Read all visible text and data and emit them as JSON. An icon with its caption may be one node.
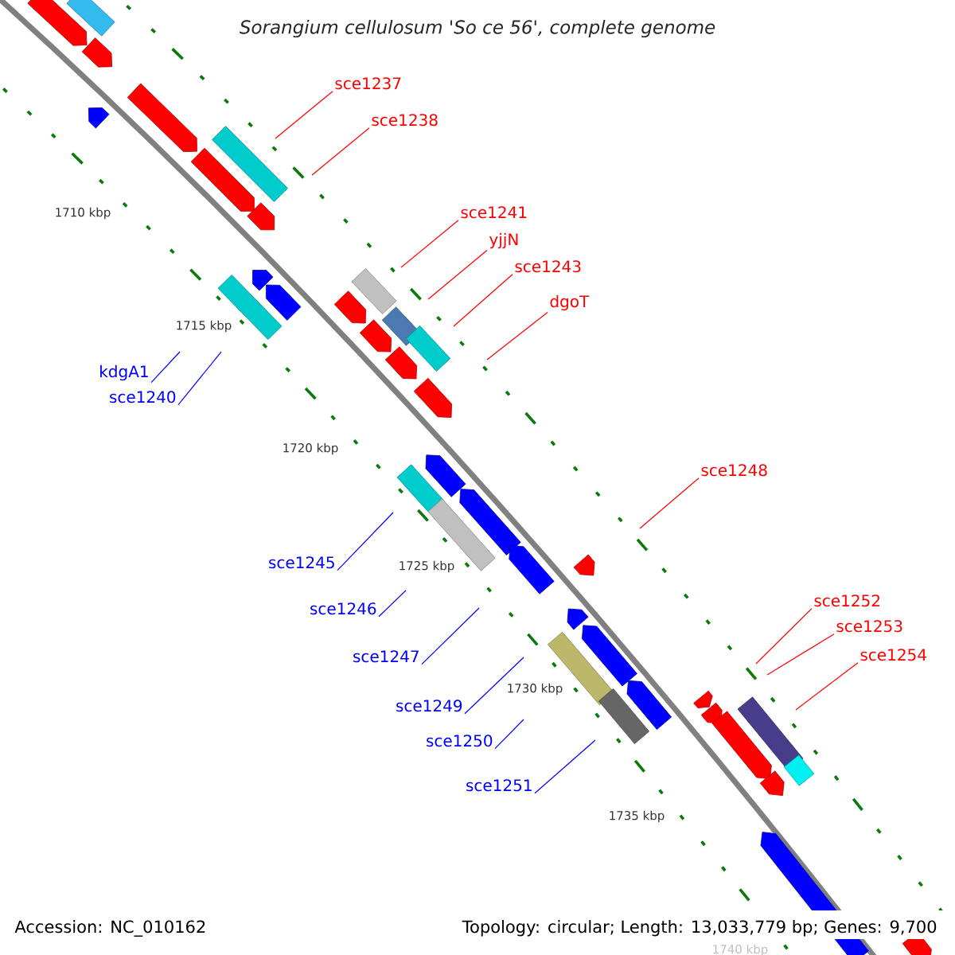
{
  "diagram": {
    "title": "Sorangium cellulosum 'So ce 56', complete genome",
    "nodes": [
      {
        "text": [
          "sce1237"
        ]
      },
      {
        "text": [
          "sce1238"
        ]
      },
      {
        "text": [
          "sce1241"
        ]
      },
      {
        "text": [
          "yjjN"
        ]
      },
      {
        "text": [
          "sce1243"
        ]
      },
      {
        "text": [
          "dgoT"
        ]
      },
      {
        "text": [
          "kdgA1"
        ]
      },
      {
        "text": [
          "sce1240"
        ]
      },
      {
        "text": [
          "sce1248"
        ]
      },
      {
        "text": [
          "sce1245"
        ]
      },
      {
        "text": [
          "sce1246"
        ]
      },
      {
        "text": [
          "sce1252"
        ]
      },
      {
        "text": [
          "sce1253"
        ]
      },
      {
        "text": [
          "sce1247"
        ]
      },
      {
        "text": [
          "sce1254"
        ]
      },
      {
        "text": [
          "sce1249"
        ]
      },
      {
        "text": [
          "sce1250"
        ]
      },
      {
        "text": [
          "sce1251"
        ]
      }
    ],
    "edges": [
      {
        "from": 0,
        "to": null,
        "arrow": "none"
      },
      {
        "from": 1,
        "to": null,
        "arrow": "none"
      },
      {
        "from": 2,
        "to": null,
        "arrow": "none"
      },
      {
        "from": 3,
        "to": null,
        "arrow": "none"
      },
      {
        "from": 4,
        "to": null,
        "arrow": "none"
      },
      {
        "from": 5,
        "to": null,
        "arrow": "none"
      },
      {
        "from": 6,
        "to": null,
        "arrow": "none",
        "color": "#0000ff"
      },
      {
        "from": 7,
        "to": null,
        "arrow": "none",
        "color": "#0000ff"
      },
      {
        "from": 8,
        "to": null,
        "arrow": "none"
      },
      {
        "from": 9,
        "to": null,
        "arrow": "none",
        "color": "#0000ff"
      },
      {
        "from": 10,
        "to": null,
        "arrow": "none",
        "color": "#0000ff"
      },
      {
        "from": 11,
        "to": null,
        "arrow": "none"
      },
      {
        "from": 12,
        "to": null,
        "arrow": "none"
      },
      {
        "from": 13,
        "to": null,
        "arrow": "none",
        "color": "#0000ff"
      },
      {
        "from": 14,
        "to": null,
        "arrow": "none"
      },
      {
        "from": 15,
        "to": null,
        "arrow": "none",
        "color": "#0000ff"
      },
      {
        "from": 16,
        "to": null,
        "arrow": "none",
        "color": "#0000ff"
      },
      {
        "from": 17,
        "to": null,
        "arrow": "none",
        "color": "#0000ff"
      }
    ],
    "labels": [
      "1710 kbp",
      "1715 kbp",
      "1720 kbp",
      "1725 kbp",
      "1730 kbp",
      "1735 kbp",
      "Accession: NC_010162",
      "Topology: circular; Length: 13,033,779 bp; Genes: 9,700",
      "1740 kbp"
    ]
  }
}
